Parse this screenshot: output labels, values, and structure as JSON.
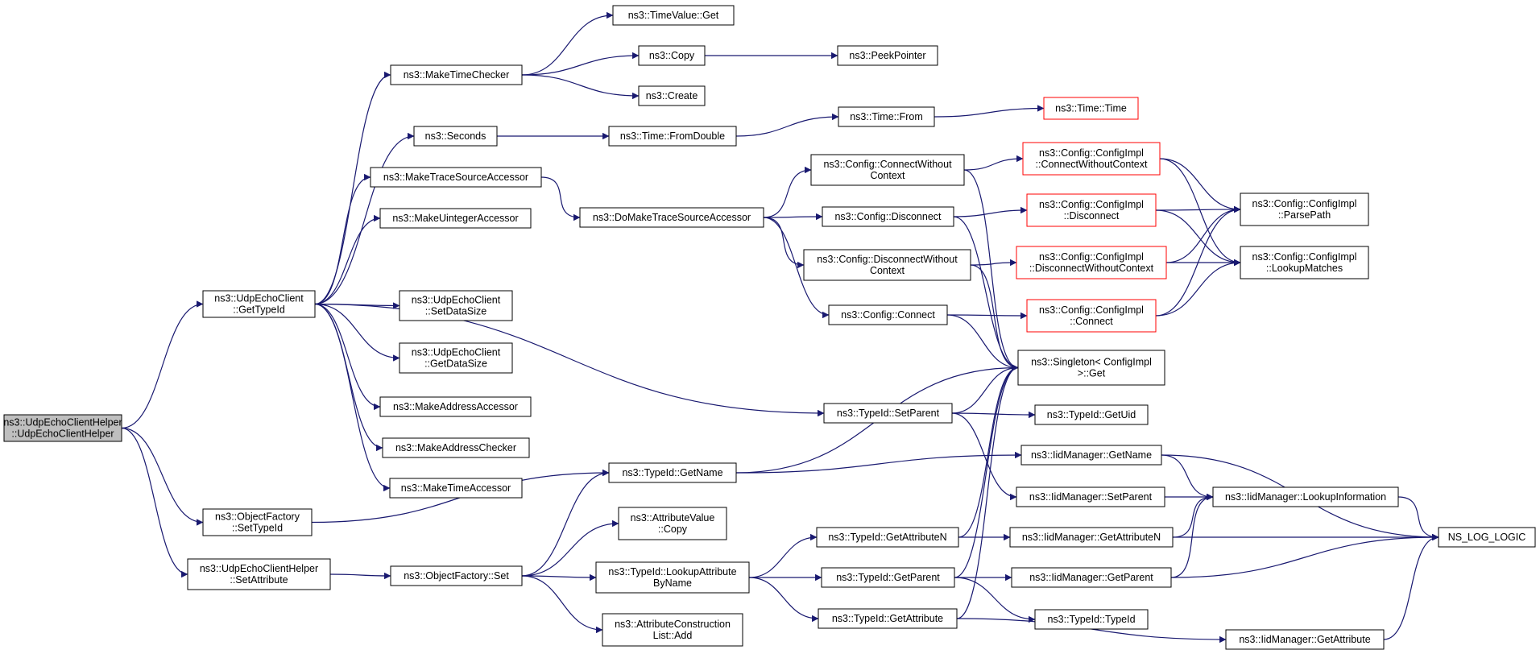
{
  "nodes": [
    {
      "id": "root",
      "lines": [
        "ns3::UdpEchoClientHelper",
        "::UdpEchoClientHelper"
      ],
      "style": "root"
    },
    {
      "id": "gettypeid",
      "lines": [
        "ns3::UdpEchoClient",
        "::GetTypeId"
      ]
    },
    {
      "id": "ofsettypeid",
      "lines": [
        "ns3::ObjectFactory",
        "::SetTypeId"
      ]
    },
    {
      "id": "helpersetattr",
      "lines": [
        "ns3::UdpEchoClientHelper",
        "::SetAttribute"
      ]
    },
    {
      "id": "maketimechecker",
      "lines": [
        "ns3::MakeTimeChecker"
      ]
    },
    {
      "id": "seconds",
      "lines": [
        "ns3::Seconds"
      ]
    },
    {
      "id": "maketracesrc",
      "lines": [
        "ns3::MakeTraceSourceAccessor"
      ]
    },
    {
      "id": "makeuinteger",
      "lines": [
        "ns3::MakeUintegerAccessor"
      ]
    },
    {
      "id": "setdatasize",
      "lines": [
        "ns3::UdpEchoClient",
        "::SetDataSize"
      ]
    },
    {
      "id": "getdatasize",
      "lines": [
        "ns3::UdpEchoClient",
        "::GetDataSize"
      ]
    },
    {
      "id": "makeaddracc",
      "lines": [
        "ns3::MakeAddressAccessor"
      ]
    },
    {
      "id": "makeaddrchk",
      "lines": [
        "ns3::MakeAddressChecker"
      ]
    },
    {
      "id": "maketimeacc",
      "lines": [
        "ns3::MakeTimeAccessor"
      ]
    },
    {
      "id": "timevalueget",
      "lines": [
        "ns3::TimeValue::Get"
      ]
    },
    {
      "id": "copy",
      "lines": [
        "ns3::Copy"
      ]
    },
    {
      "id": "create",
      "lines": [
        "ns3::Create"
      ]
    },
    {
      "id": "peekpointer",
      "lines": [
        "ns3::PeekPointer"
      ]
    },
    {
      "id": "fromdouble",
      "lines": [
        "ns3::Time::FromDouble"
      ]
    },
    {
      "id": "timefrom",
      "lines": [
        "ns3::Time::From"
      ]
    },
    {
      "id": "timetime",
      "lines": [
        "ns3::Time::Time"
      ],
      "style": "red"
    },
    {
      "id": "domaketrace",
      "lines": [
        "ns3::DoMakeTraceSourceAccessor"
      ]
    },
    {
      "id": "cfgconnwc",
      "lines": [
        "ns3::Config::ConnectWithout",
        "Context"
      ]
    },
    {
      "id": "cfgdisc",
      "lines": [
        "ns3::Config::Disconnect"
      ]
    },
    {
      "id": "cfgdiscwc",
      "lines": [
        "ns3::Config::DisconnectWithout",
        "Context"
      ]
    },
    {
      "id": "cfgconn",
      "lines": [
        "ns3::Config::Connect"
      ]
    },
    {
      "id": "implconnwc",
      "lines": [
        "ns3::Config::ConfigImpl",
        "::ConnectWithoutContext"
      ],
      "style": "red"
    },
    {
      "id": "impldisc",
      "lines": [
        "ns3::Config::ConfigImpl",
        "::Disconnect"
      ],
      "style": "red"
    },
    {
      "id": "impldiscwc",
      "lines": [
        "ns3::Config::ConfigImpl",
        "::DisconnectWithoutContext"
      ],
      "style": "red"
    },
    {
      "id": "implconn",
      "lines": [
        "ns3::Config::ConfigImpl",
        "::Connect"
      ],
      "style": "red"
    },
    {
      "id": "parsepath",
      "lines": [
        "ns3::Config::ConfigImpl",
        "::ParsePath"
      ]
    },
    {
      "id": "lookupmatches",
      "lines": [
        "ns3::Config::ConfigImpl",
        "::LookupMatches"
      ]
    },
    {
      "id": "singleton",
      "lines": [
        "ns3::Singleton< ConfigImpl",
        ">::Get"
      ]
    },
    {
      "id": "setparent",
      "lines": [
        "ns3::TypeId::SetParent"
      ]
    },
    {
      "id": "getuid",
      "lines": [
        "ns3::TypeId::GetUid"
      ]
    },
    {
      "id": "getname",
      "lines": [
        "ns3::TypeId::GetName"
      ]
    },
    {
      "id": "iidgetname",
      "lines": [
        "ns3::IidManager::GetName"
      ]
    },
    {
      "id": "iidsetparent",
      "lines": [
        "ns3::IidManager::SetParent"
      ]
    },
    {
      "id": "lookupinfo",
      "lines": [
        "ns3::IidManager::LookupInformation"
      ]
    },
    {
      "id": "nslog",
      "lines": [
        "NS_LOG_LOGIC"
      ]
    },
    {
      "id": "attrvalcopy",
      "lines": [
        "ns3::AttributeValue",
        "::Copy"
      ]
    },
    {
      "id": "ofset",
      "lines": [
        "ns3::ObjectFactory::Set"
      ]
    },
    {
      "id": "lookupattr",
      "lines": [
        "ns3::TypeId::LookupAttribute",
        "ByName"
      ]
    },
    {
      "id": "attrconstr",
      "lines": [
        "ns3::AttributeConstruction",
        "List::Add"
      ]
    },
    {
      "id": "getattrn",
      "lines": [
        "ns3::TypeId::GetAttributeN"
      ]
    },
    {
      "id": "getparent",
      "lines": [
        "ns3::TypeId::GetParent"
      ]
    },
    {
      "id": "getattr",
      "lines": [
        "ns3::TypeId::GetAttribute"
      ]
    },
    {
      "id": "iidgetattrn",
      "lines": [
        "ns3::IidManager::GetAttributeN"
      ]
    },
    {
      "id": "iidgetparent",
      "lines": [
        "ns3::IidManager::GetParent"
      ]
    },
    {
      "id": "typeidtypeid",
      "lines": [
        "ns3::TypeId::TypeId"
      ]
    },
    {
      "id": "iidgetattr",
      "lines": [
        "ns3::IidManager::GetAttribute"
      ]
    }
  ],
  "edges": [
    [
      "root",
      "gettypeid"
    ],
    [
      "root",
      "ofsettypeid"
    ],
    [
      "root",
      "helpersetattr"
    ],
    [
      "gettypeid",
      "maketimechecker"
    ],
    [
      "gettypeid",
      "seconds"
    ],
    [
      "gettypeid",
      "maketracesrc"
    ],
    [
      "gettypeid",
      "makeuinteger"
    ],
    [
      "gettypeid",
      "setdatasize"
    ],
    [
      "gettypeid",
      "getdatasize"
    ],
    [
      "gettypeid",
      "makeaddracc"
    ],
    [
      "gettypeid",
      "makeaddrchk"
    ],
    [
      "gettypeid",
      "maketimeacc"
    ],
    [
      "gettypeid",
      "setparent"
    ],
    [
      "maketimechecker",
      "timevalueget"
    ],
    [
      "maketimechecker",
      "copy"
    ],
    [
      "maketimechecker",
      "create"
    ],
    [
      "copy",
      "peekpointer"
    ],
    [
      "seconds",
      "fromdouble"
    ],
    [
      "fromdouble",
      "timefrom"
    ],
    [
      "timefrom",
      "timetime"
    ],
    [
      "maketracesrc",
      "domaketrace"
    ],
    [
      "domaketrace",
      "cfgconnwc"
    ],
    [
      "domaketrace",
      "cfgdisc"
    ],
    [
      "domaketrace",
      "cfgdiscwc"
    ],
    [
      "domaketrace",
      "cfgconn"
    ],
    [
      "cfgconnwc",
      "implconnwc"
    ],
    [
      "cfgconnwc",
      "singleton"
    ],
    [
      "cfgdisc",
      "impldisc"
    ],
    [
      "cfgdisc",
      "singleton"
    ],
    [
      "cfgdiscwc",
      "impldiscwc"
    ],
    [
      "cfgdiscwc",
      "singleton"
    ],
    [
      "cfgconn",
      "implconn"
    ],
    [
      "cfgconn",
      "singleton"
    ],
    [
      "implconnwc",
      "parsepath"
    ],
    [
      "implconnwc",
      "lookupmatches"
    ],
    [
      "impldisc",
      "parsepath"
    ],
    [
      "impldisc",
      "lookupmatches"
    ],
    [
      "impldiscwc",
      "parsepath"
    ],
    [
      "impldiscwc",
      "lookupmatches"
    ],
    [
      "implconn",
      "parsepath"
    ],
    [
      "implconn",
      "lookupmatches"
    ],
    [
      "setparent",
      "singleton"
    ],
    [
      "setparent",
      "getuid"
    ],
    [
      "setparent",
      "iidsetparent"
    ],
    [
      "ofsettypeid",
      "getname"
    ],
    [
      "getname",
      "singleton"
    ],
    [
      "getname",
      "iidgetname"
    ],
    [
      "iidgetname",
      "lookupinfo"
    ],
    [
      "iidgetname",
      "nslog"
    ],
    [
      "iidsetparent",
      "lookupinfo"
    ],
    [
      "lookupinfo",
      "nslog"
    ],
    [
      "helpersetattr",
      "ofset"
    ],
    [
      "ofset",
      "getname"
    ],
    [
      "ofset",
      "attrvalcopy"
    ],
    [
      "ofset",
      "lookupattr"
    ],
    [
      "ofset",
      "attrconstr"
    ],
    [
      "lookupattr",
      "getattrn"
    ],
    [
      "lookupattr",
      "getparent"
    ],
    [
      "lookupattr",
      "getattr"
    ],
    [
      "getattrn",
      "singleton"
    ],
    [
      "getattrn",
      "iidgetattrn"
    ],
    [
      "getparent",
      "singleton"
    ],
    [
      "getparent",
      "iidgetparent"
    ],
    [
      "getparent",
      "typeidtypeid"
    ],
    [
      "getattr",
      "singleton"
    ],
    [
      "getattr",
      "iidgetattr"
    ],
    [
      "iidgetattrn",
      "lookupinfo"
    ],
    [
      "iidgetattrn",
      "nslog"
    ],
    [
      "iidgetparent",
      "lookupinfo"
    ],
    [
      "iidgetparent",
      "nslog"
    ],
    [
      "iidgetattr",
      "nslog"
    ]
  ]
}
